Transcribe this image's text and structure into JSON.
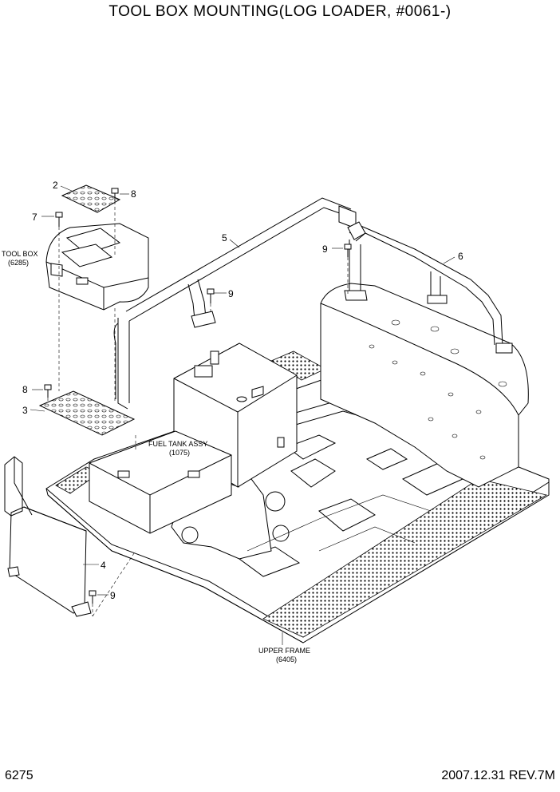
{
  "title": "TOOL BOX MOUNTING(LOG LOADER, #0061-)",
  "page_number": "6275",
  "revision": "2007.12.31 REV.7M",
  "callouts": {
    "n2": "2",
    "n8a": "8",
    "n7": "7",
    "n5": "5",
    "n9a": "9",
    "n6": "6",
    "n9b": "9",
    "n8b": "8",
    "n3": "3",
    "n4": "4",
    "n9c": "9"
  },
  "labels": {
    "tool_box": "TOOL BOX",
    "tool_box_ref": "(6285)",
    "fuel_tank": "FUEL TANK ASSY",
    "fuel_tank_ref": "(1075)",
    "upper_frame": "UPPER FRAME",
    "upper_frame_ref": "(6405)"
  }
}
